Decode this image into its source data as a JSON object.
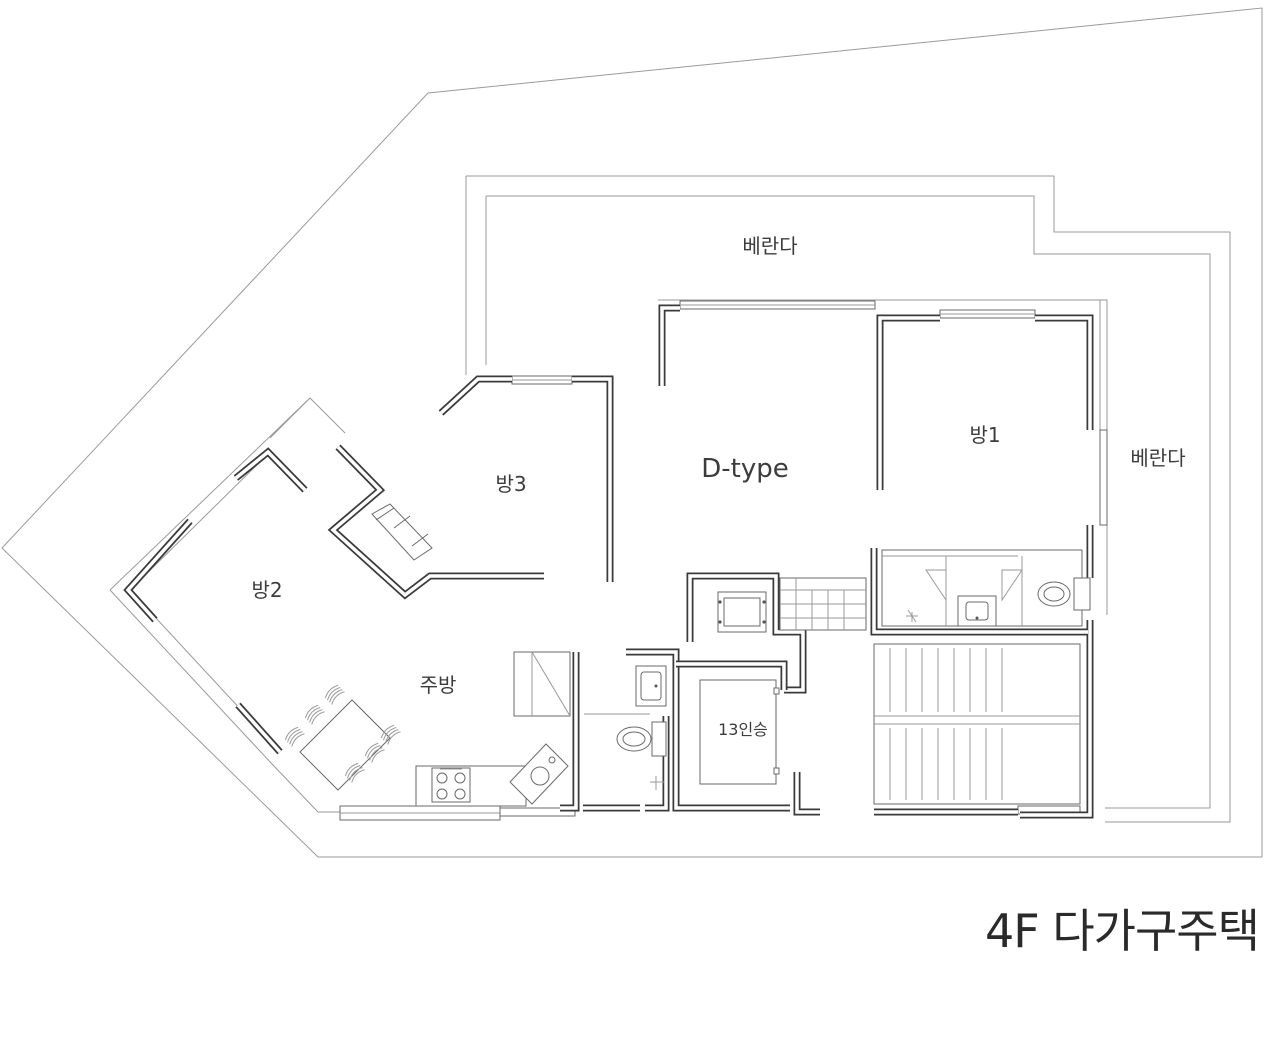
{
  "labels": {
    "balcony_top": "베란다",
    "balcony_right": "베란다",
    "room1": "방1",
    "room2": "방2",
    "room3": "방3",
    "unit_type": "D-type",
    "kitchen": "주방",
    "elevator": "13인승"
  },
  "caption": "4F 다가구주택",
  "colors": {
    "wall": "#3a3a3a",
    "line": "#9a9a9a",
    "text": "#3c3c3c"
  }
}
